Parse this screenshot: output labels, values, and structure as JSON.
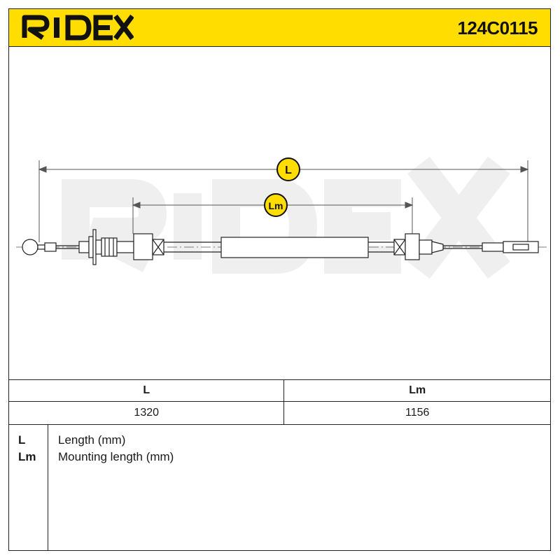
{
  "header": {
    "brand": "RIDEX",
    "part_number": "124C0115",
    "accent_color": "#ffdd00"
  },
  "drawing": {
    "watermark": "RIDEX",
    "dimension_L_label": "L",
    "dimension_Lm_label": "Lm"
  },
  "dimensions_table": {
    "headers": [
      "L",
      "Lm"
    ],
    "values": [
      "1320",
      "1156"
    ]
  },
  "legend": [
    {
      "key": "L",
      "description": "Length (mm)"
    },
    {
      "key": "Lm",
      "description": "Mounting length (mm)"
    }
  ]
}
